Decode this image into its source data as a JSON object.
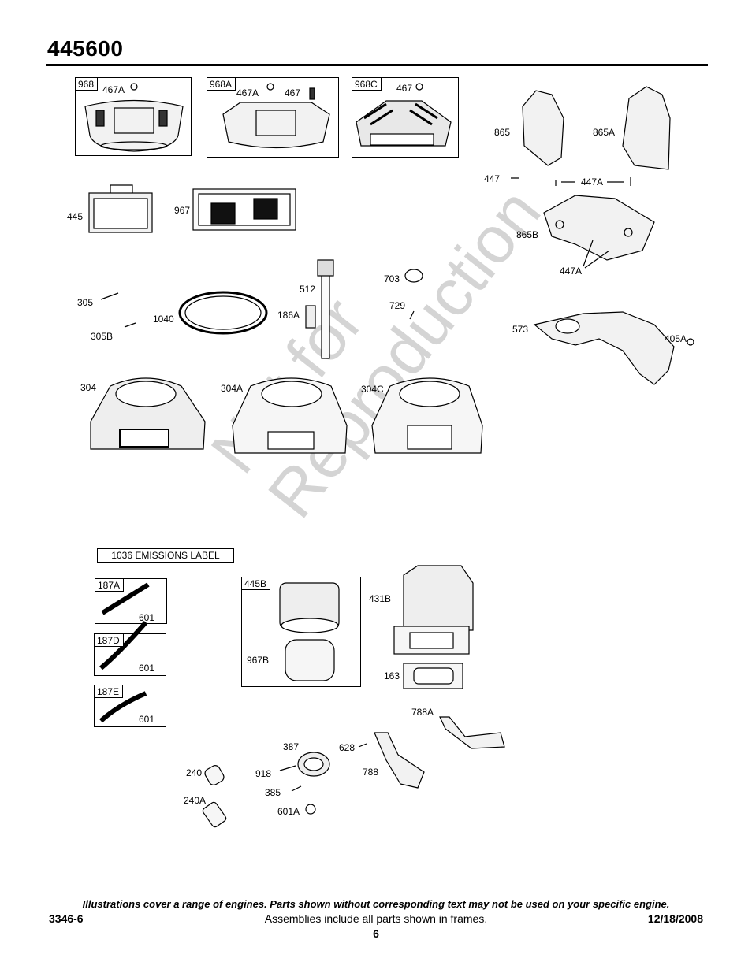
{
  "title": "445600",
  "emissions_label": "1036 EMISSIONS LABEL",
  "watermark": [
    "Not for",
    "Reproduction"
  ],
  "frames": {
    "f968": "968",
    "f968a": "968A",
    "f968c": "968C",
    "f187a": "187A",
    "f187d": "187D",
    "f187e": "187E",
    "f445b": "445B"
  },
  "parts": {
    "p467a_1": "467A",
    "p467a_2": "467A",
    "p467_1": "467",
    "p467_2": "467",
    "p865": "865",
    "p865a": "865A",
    "p447": "447",
    "p447a_1": "447A",
    "p865b": "865B",
    "p447a_2": "447A",
    "p445": "445",
    "p967": "967",
    "p512": "512",
    "p703": "703",
    "p305": "305",
    "p1040": "1040",
    "p186a": "186A",
    "p729": "729",
    "p305b": "305B",
    "p573": "573",
    "p405a": "405A",
    "p304": "304",
    "p304a": "304A",
    "p304c": "304C",
    "p601_1": "601",
    "p601_2": "601",
    "p601_3": "601",
    "p967b": "967B",
    "p431b": "431B",
    "p163": "163",
    "p788a": "788A",
    "p387": "387",
    "p628": "628",
    "p240": "240",
    "p918": "918",
    "p788": "788",
    "p385": "385",
    "p240a": "240A",
    "p601a": "601A"
  },
  "footer": {
    "note": "Illustrations cover a range of engines. Parts shown without corresponding text may not be used on your specific engine.",
    "code": "3346-6",
    "center": "Assemblies include all parts shown in frames.",
    "date": "12/18/2008",
    "page": "6"
  }
}
